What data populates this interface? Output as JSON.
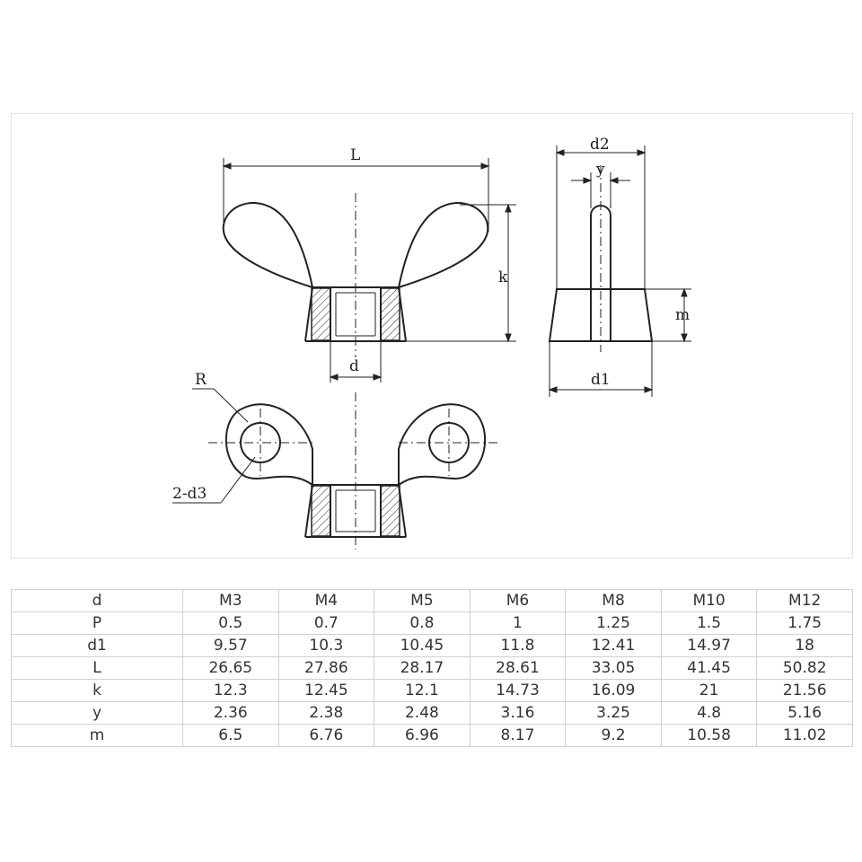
{
  "drawing": {
    "labels": {
      "L": "L",
      "k": "k",
      "d": "d",
      "R": "R",
      "d3": "2-d3",
      "d2": "d2",
      "y": "y",
      "m": "m",
      "d1": "d1"
    }
  },
  "table": {
    "rows": [
      {
        "label": "d",
        "values": [
          "M3",
          "M4",
          "M5",
          "M6",
          "M8",
          "M10",
          "M12"
        ]
      },
      {
        "label": "P",
        "values": [
          "0.5",
          "0.7",
          "0.8",
          "1",
          "1.25",
          "1.5",
          "1.75"
        ]
      },
      {
        "label": "d1",
        "values": [
          "9.57",
          "10.3",
          "10.45",
          "11.8",
          "12.41",
          "14.97",
          "18"
        ]
      },
      {
        "label": "L",
        "values": [
          "26.65",
          "27.86",
          "28.17",
          "28.61",
          "33.05",
          "41.45",
          "50.82"
        ]
      },
      {
        "label": "k",
        "values": [
          "12.3",
          "12.45",
          "12.1",
          "14.73",
          "16.09",
          "21",
          "21.56"
        ]
      },
      {
        "label": "y",
        "values": [
          "2.36",
          "2.38",
          "2.48",
          "3.16",
          "3.25",
          "4.8",
          "5.16"
        ]
      },
      {
        "label": "m",
        "values": [
          "6.5",
          "6.76",
          "6.96",
          "8.17",
          "9.2",
          "10.58",
          "11.02"
        ]
      }
    ]
  }
}
